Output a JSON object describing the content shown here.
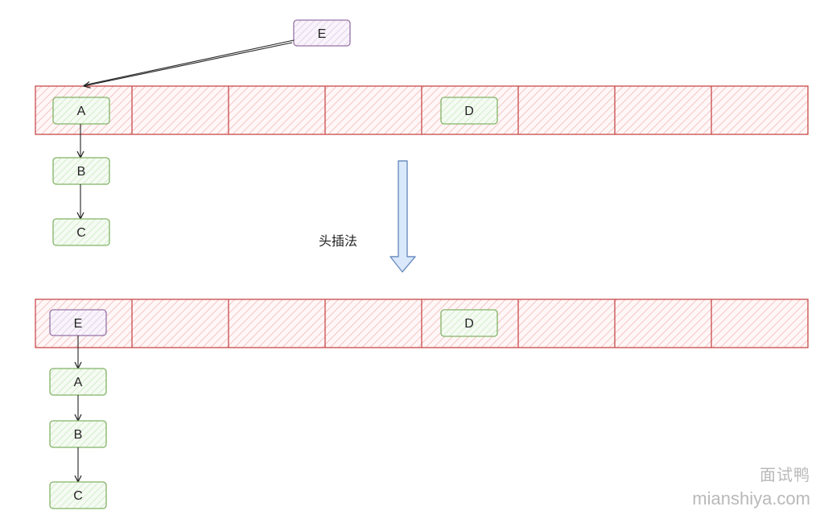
{
  "before": {
    "incoming_node": "E",
    "bucket_nodes": [
      "A",
      "D"
    ],
    "chain": [
      "A",
      "B",
      "C"
    ]
  },
  "caption": "头插法",
  "after": {
    "bucket_nodes": [
      "E",
      "D"
    ],
    "chain": [
      "E",
      "A",
      "B",
      "C"
    ]
  },
  "watermark": {
    "cn": "面试鸭",
    "en": "mianshiya.com"
  },
  "colors": {
    "bucket_stroke": "#c94a4a",
    "bucket_hatch": "#f7c6c6",
    "node_green_stroke": "#82b366",
    "node_green_hatch": "#d5e8d4",
    "node_purple_stroke": "#9673a6",
    "node_purple_hatch": "#e1d5e7",
    "arrow_down_stroke": "#6c8ebf",
    "arrow_down_fill": "#dae8fc"
  }
}
